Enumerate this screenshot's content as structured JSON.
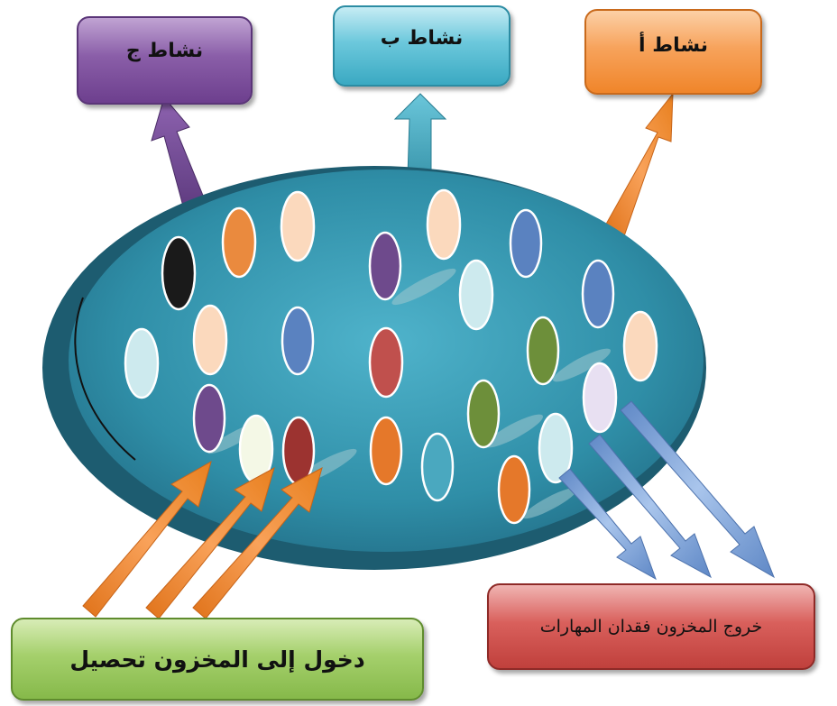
{
  "boxes": {
    "activity_c": "نشاط ج",
    "activity_b": "نشاط ب",
    "activity_a": "نشاط أ",
    "entry": "دخول إلى المخزون تحصيل",
    "exit": "خروج المخزون فقدان المهارات"
  },
  "colors": {
    "reservoir": "#2f8fa8",
    "purple": "#7a4d9a",
    "teal": "#3fa9c0",
    "orange": "#f08a2e",
    "green_box": "#9ccc64",
    "red_box": "#d15a56",
    "blue_arrow": "#6f9ad6"
  }
}
